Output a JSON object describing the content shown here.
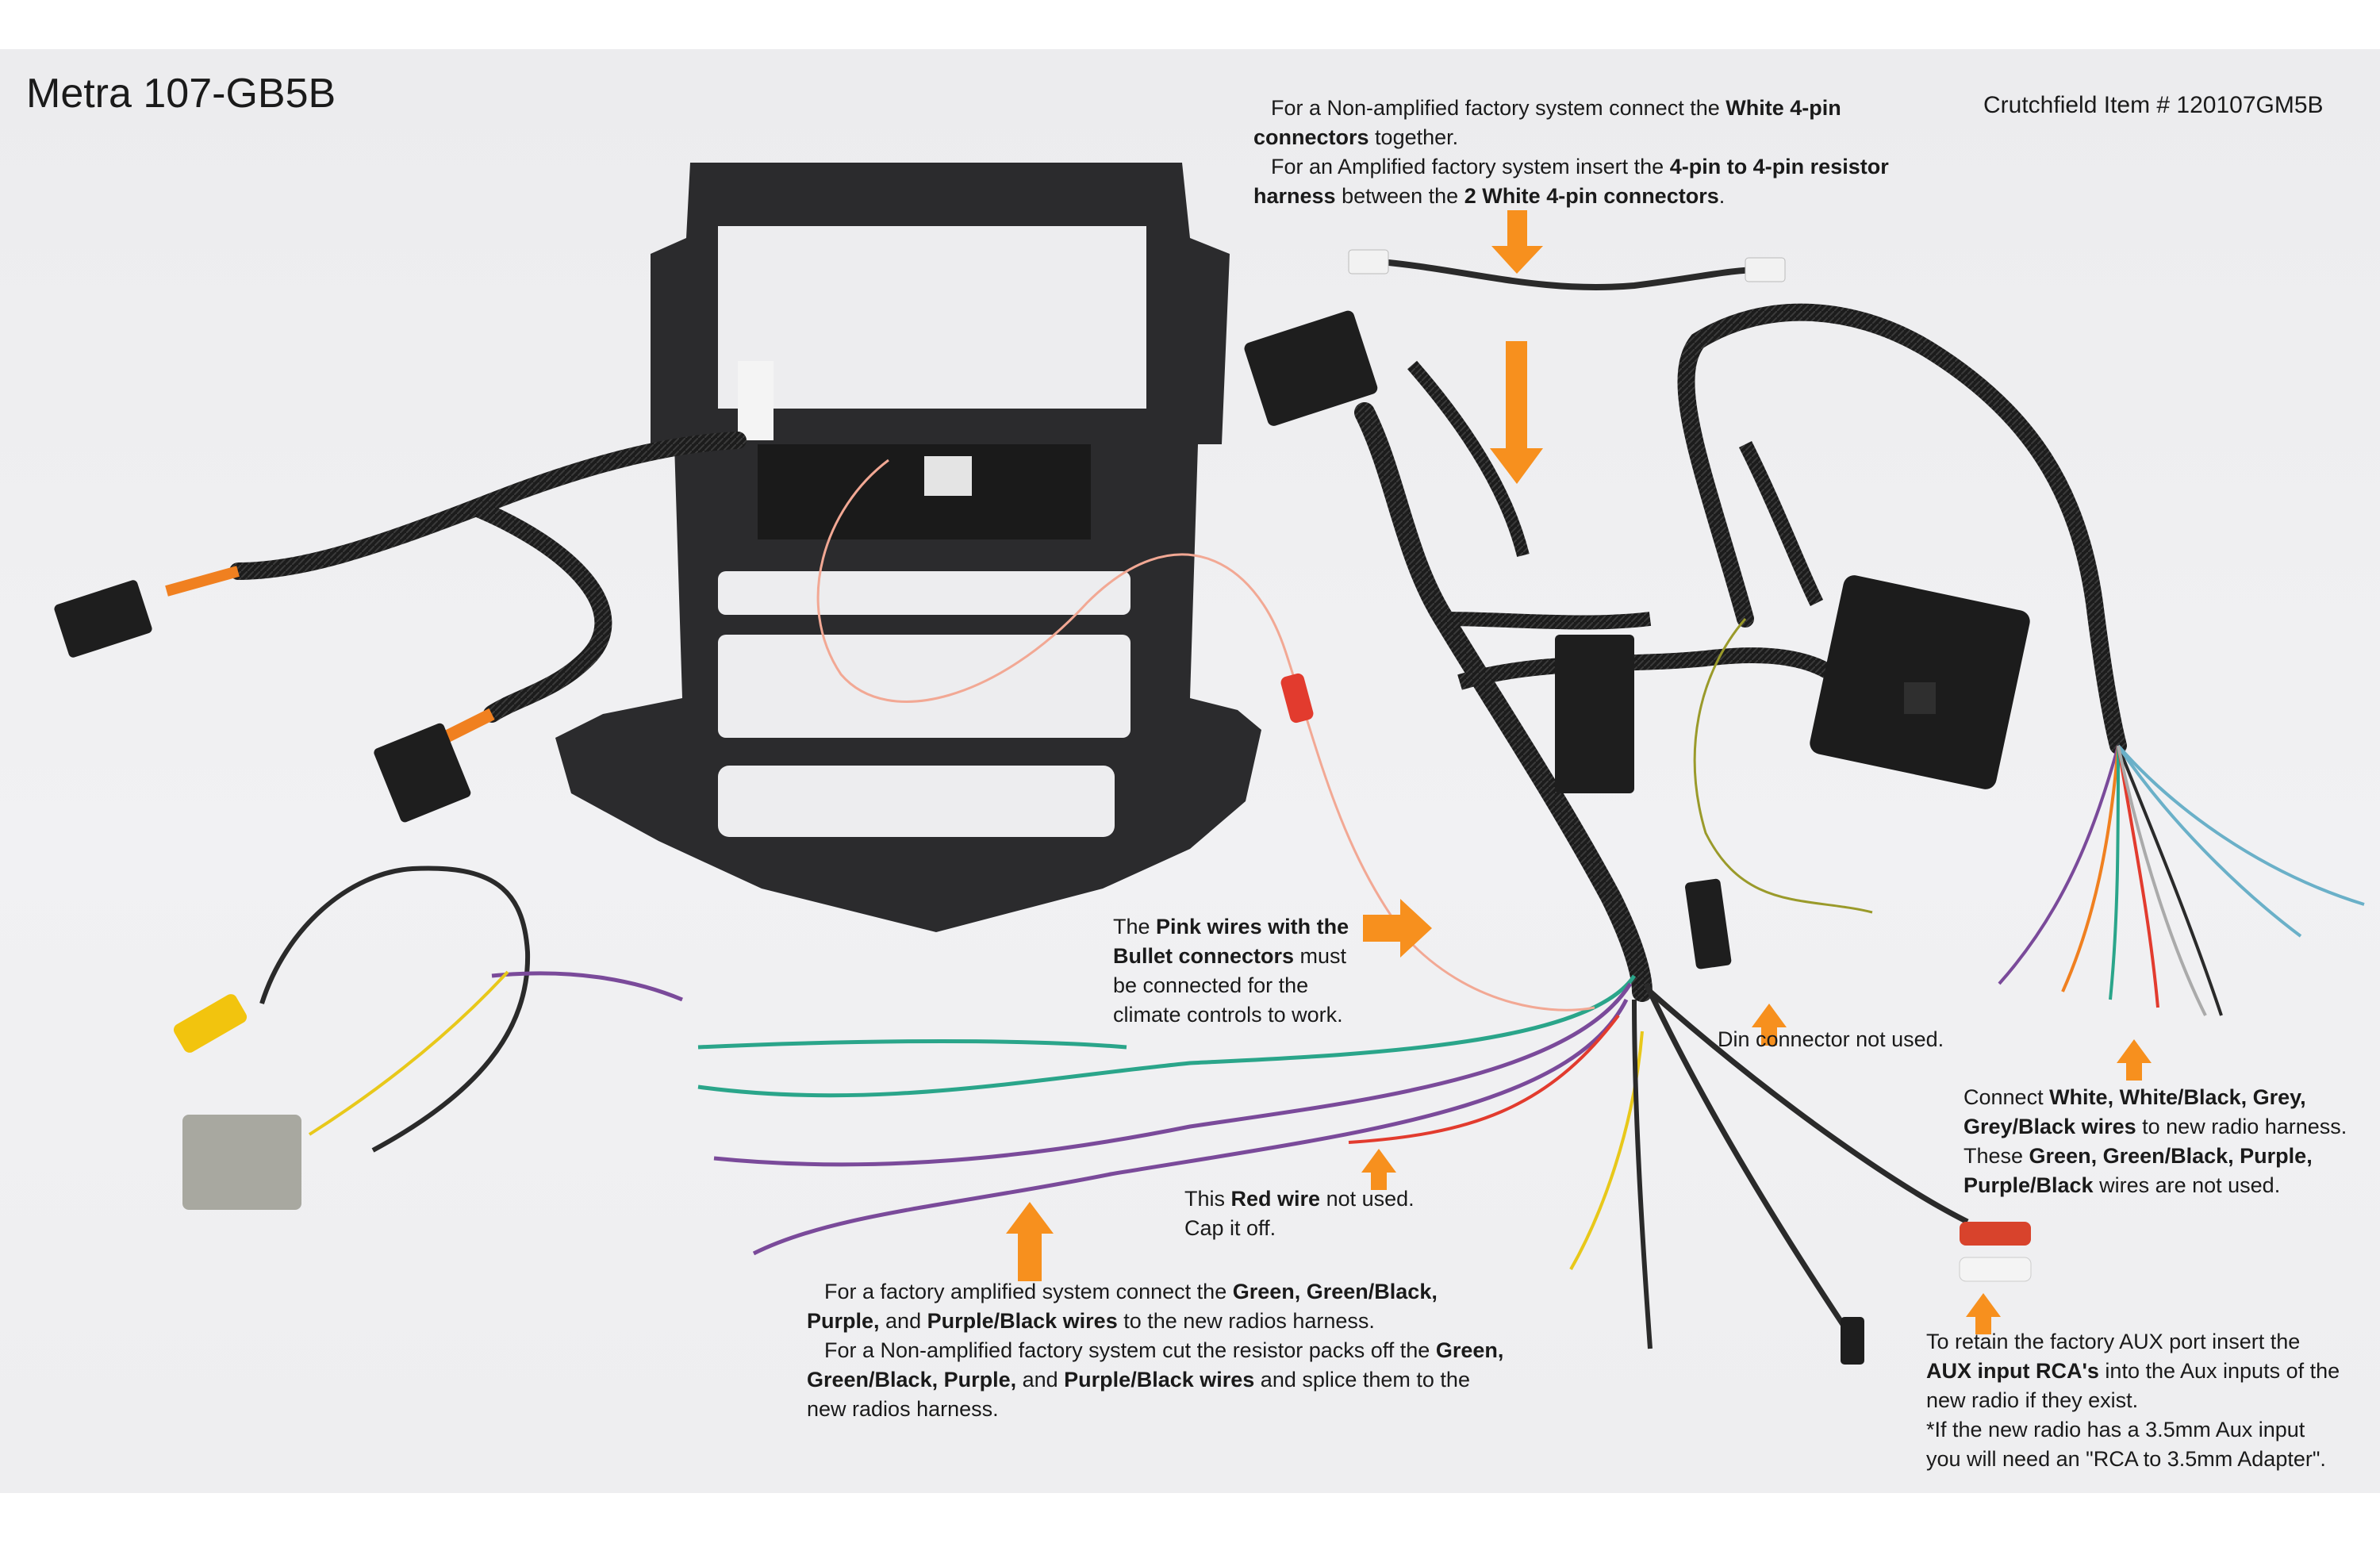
{
  "title": "Metra 107-GB5B",
  "item_number": "Crutchfield Item # 120107GM5B",
  "notes": {
    "four_pin": {
      "l1": "For a Non-amplified factory system connect the ",
      "b1": "White 4-pin connectors",
      "l2": " together.",
      "l3": "For an Amplified factory system insert the ",
      "b2": "4-pin to 4-pin resistor harness",
      "l4": " between the ",
      "b3": "2 White 4-pin connectors",
      "l5": "."
    },
    "pink": {
      "l1": "The ",
      "b1": "Pink wires with the Bullet connectors",
      "l2": " must be connected for the climate controls to work."
    },
    "din": {
      "text": "Din connector not used."
    },
    "connect": {
      "l1": "Connect ",
      "b1": "White, White/Black, Grey, Grey/Black wires",
      "l2": " to new radio harness. These ",
      "b2": "Green, Green/Black, Purple, Purple/Black",
      "l3": " wires are not used."
    },
    "red": {
      "b1": "Red wire",
      "l1": "This ",
      "l2": " not used. Cap it off."
    },
    "factory": {
      "l1": "For a factory amplified system connect the ",
      "b1": "Green, Green/Black, Purple,",
      "l2": " and ",
      "b2": "Purple/Black wires",
      "l3": " to the new radios harness.",
      "l4": "For a Non-amplified factory system cut the resistor packs off the ",
      "b3": "Green, Green/Black, Purple,",
      "l5": " and ",
      "b4": "Purple/Black wires",
      "l6": " and splice them to the new radios harness."
    },
    "aux": {
      "l1": "To retain the factory AUX port insert the ",
      "b1": "AUX input RCA's",
      "l2": " into the Aux inputs of the new radio if they exist.",
      "l3": "*If the new radio has a 3.5mm Aux input you will need an \"RCA to 3.5mm Adapter\"."
    }
  },
  "colors": {
    "arrow": "#f7901e",
    "wire_jacket": "#1e1e1e",
    "wire_green": "#2aa58a",
    "wire_purple": "#7a4a9a",
    "wire_red": "#e23b2e",
    "wire_orange": "#f08020",
    "wire_pink": "#f2a894",
    "wire_yellow": "#e8c81a",
    "connector_grey": "#a8a8a0",
    "rca_yellow": "#f2c40e",
    "rca_red": "#d8432c"
  }
}
